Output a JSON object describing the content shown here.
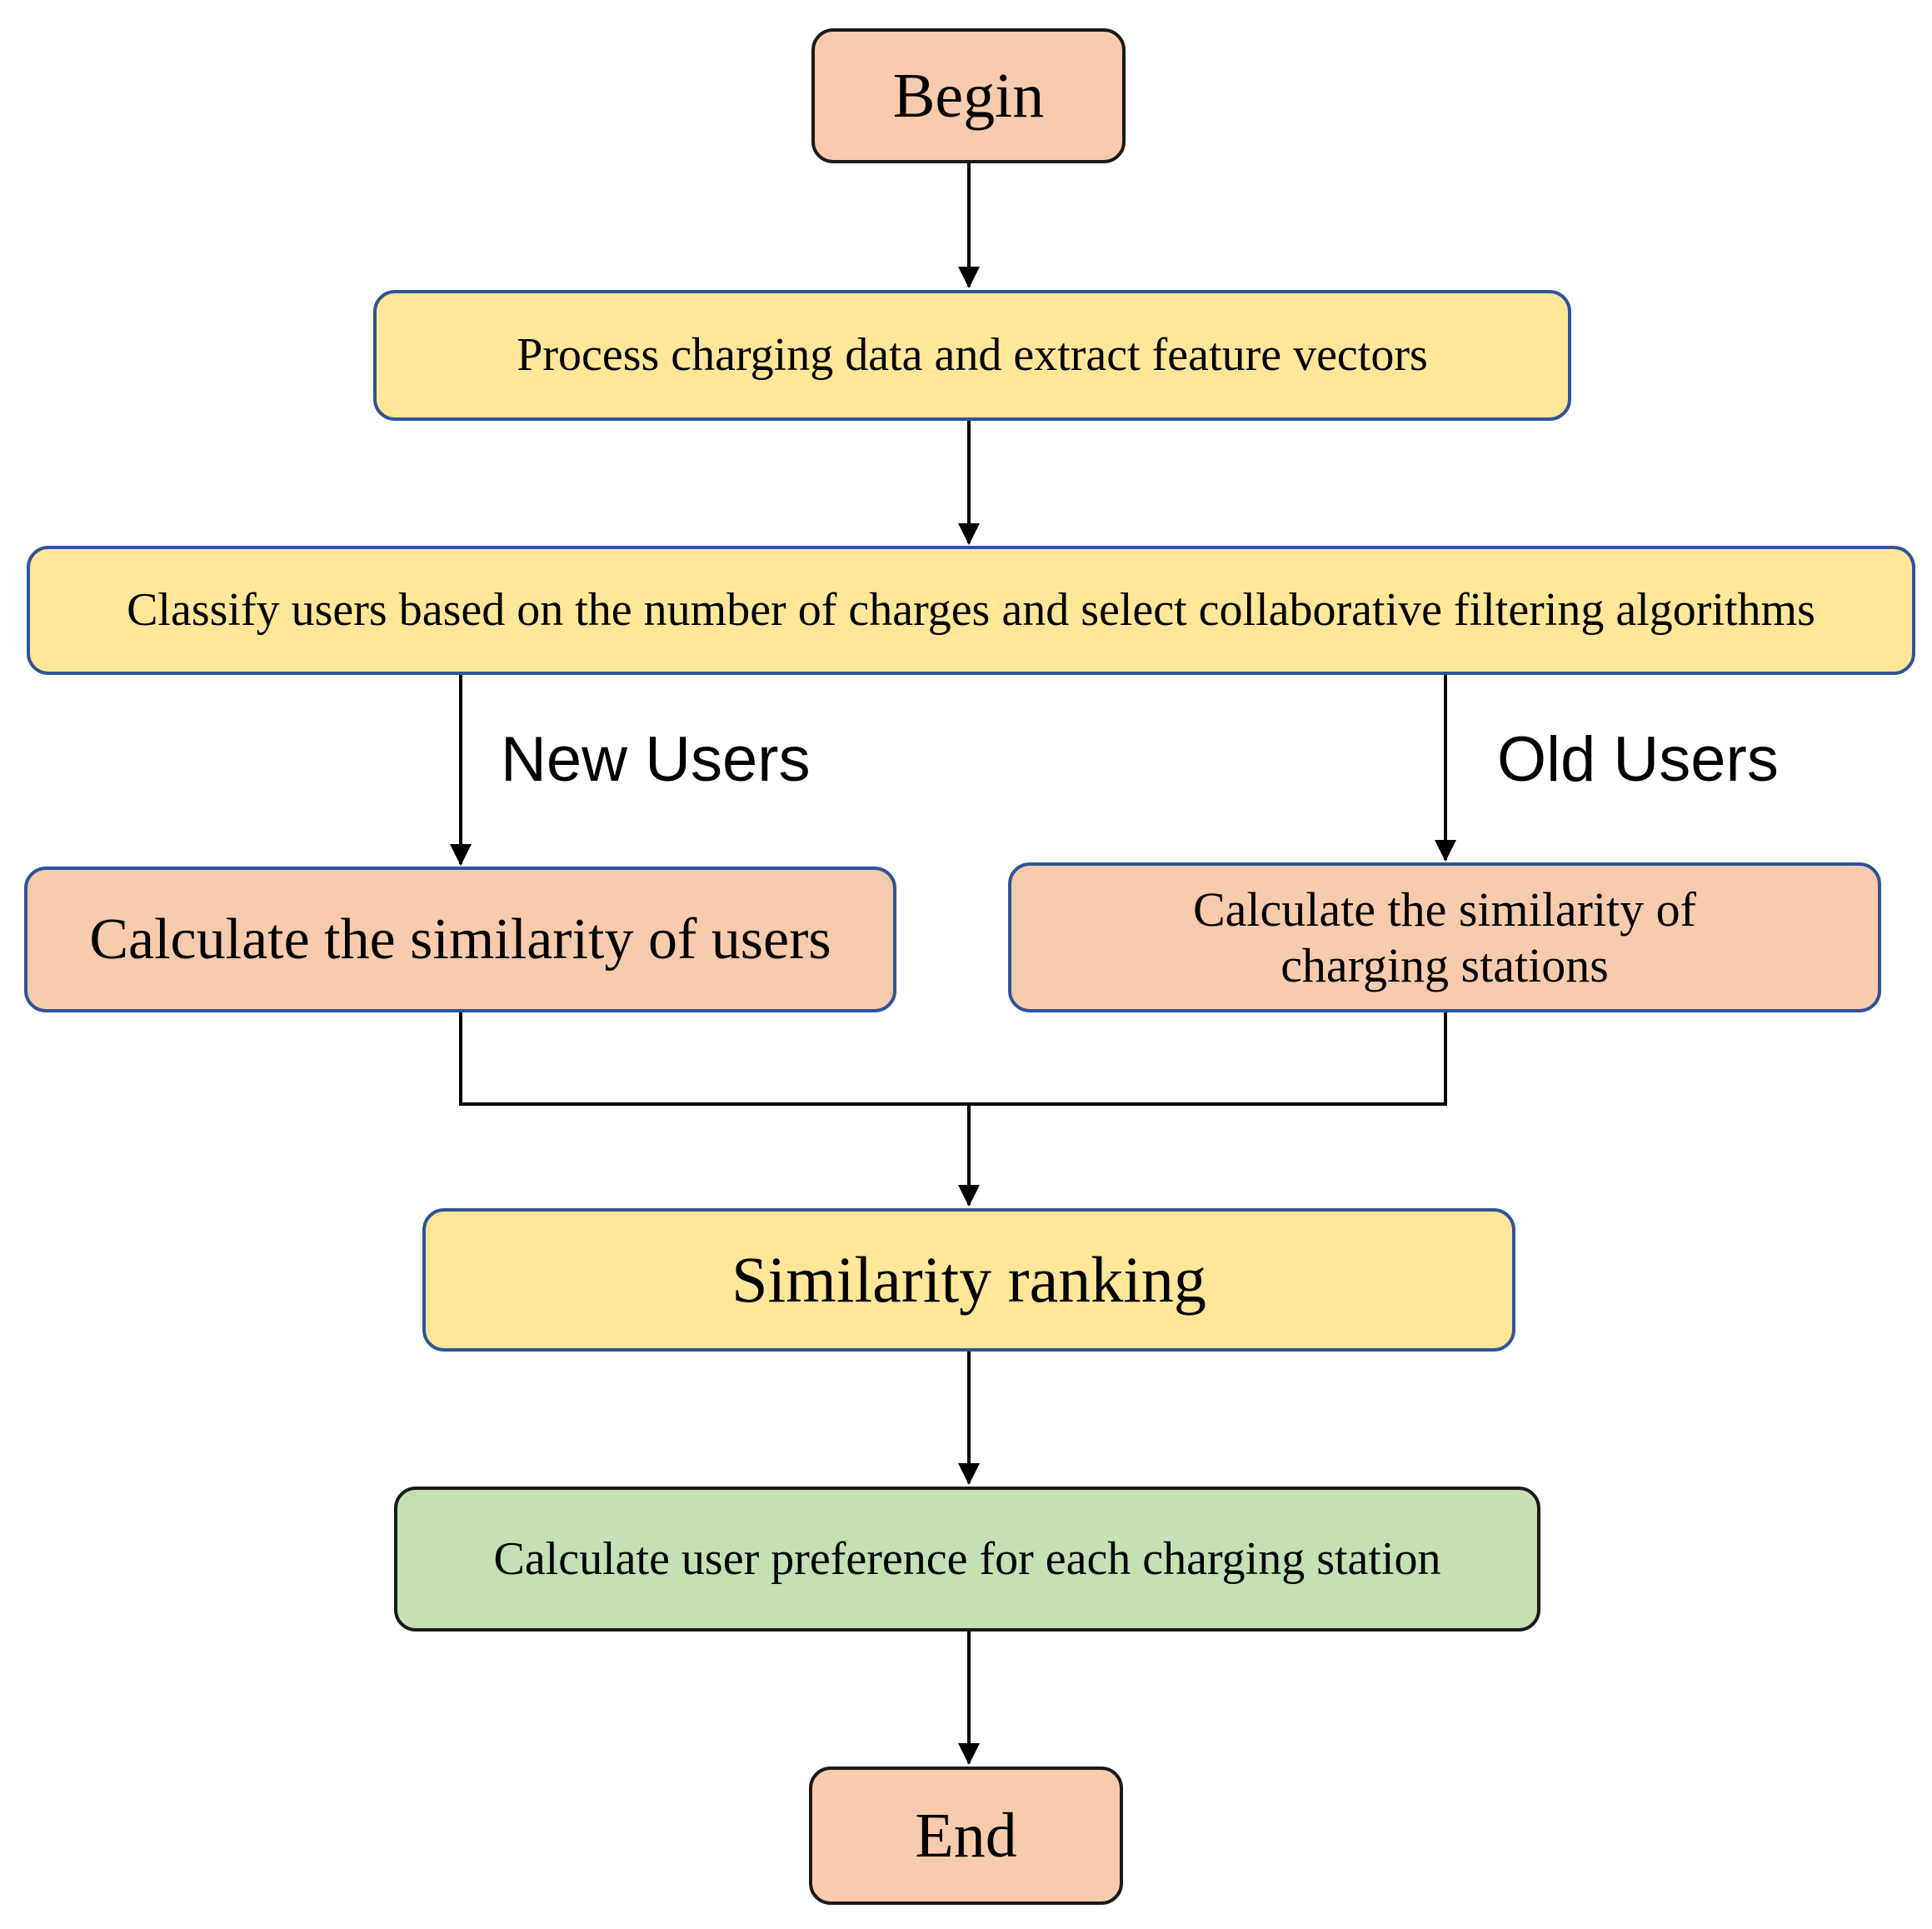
{
  "diagram": {
    "nodes": {
      "begin": "Begin",
      "process": "Process charging data and extract feature vectors",
      "classify": "Classify users based on the number of charges and select collaborative filtering algorithms",
      "sim_users": "Calculate the similarity of users",
      "sim_stations": "Calculate the similarity of charging stations",
      "ranking": "Similarity ranking",
      "preference": "Calculate user preference for each charging station",
      "end": "End"
    },
    "edge_labels": {
      "new_users": "New Users",
      "old_users": "Old Users"
    },
    "colors": {
      "terminal_fill": "#f8cbad",
      "process_fill": "#ffe699",
      "preference_fill": "#c5e0b4",
      "border_blue": "#2f5597",
      "border_dark": "#1a1a1a",
      "line": "#000000"
    }
  }
}
